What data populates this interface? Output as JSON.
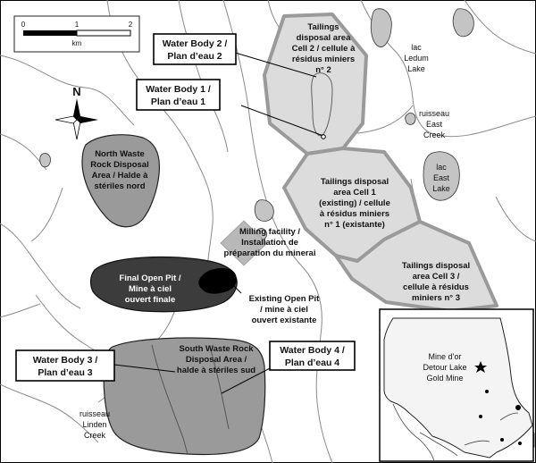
{
  "scale_bar": {
    "ticks": [
      "0",
      "1",
      "2"
    ],
    "unit": "km"
  },
  "north_arrow": {
    "label": "N"
  },
  "callouts": {
    "water_body_1": [
      "Water Body 1 /",
      "Plan d’eau 1"
    ],
    "water_body_2": [
      "Water Body 2 /",
      "Plan d’eau 2"
    ],
    "water_body_3": [
      "Water Body 3 /",
      "Plan d’eau 3"
    ],
    "water_body_4": [
      "Water Body 4 /",
      "Plan d’eau 4"
    ]
  },
  "areas": {
    "tailings_cell_2": [
      "Tailings",
      "disposal area",
      "Cell 2 / cellule à",
      "résidus miniers",
      "n° 2"
    ],
    "tailings_cell_1": [
      "Tailings disposal",
      "area Cell 1",
      "(existing) / cellule",
      "à résidus miniers",
      "n°  1 (existante)"
    ],
    "tailings_cell_3": [
      "Tailings disposal",
      "area Cell 3 /",
      "cellule à résidus",
      "miniers n° 3"
    ],
    "north_waste_rock": [
      "North Waste",
      "Rock Disposal",
      "Area / Halde à",
      "stériles nord"
    ],
    "milling_facility": [
      "Milling facility /",
      "Installation de",
      "préparation du minerai"
    ],
    "final_open_pit": [
      "Final Open Pit /",
      "Mine à ciel",
      "ouvert finale"
    ],
    "existing_open_pit": [
      "Existing Open Pit",
      "/ mine à ciel",
      "ouvert existante"
    ],
    "south_waste_rock": [
      "South Waste Rock",
      "Disposal Area /",
      "halde à stériles sud"
    ]
  },
  "water_labels": {
    "lac_ledum": [
      "lac",
      "Ledum",
      "Lake"
    ],
    "east_creek": [
      "ruisseau",
      "East",
      "Creek"
    ],
    "east_lake": [
      "lac",
      "East",
      "Lake"
    ],
    "linden_creek": [
      "ruisseau",
      "Linden",
      "Creek"
    ]
  },
  "inset": {
    "mine_label": [
      "Mine d’or",
      "Detour Lake",
      "Gold Mine"
    ]
  },
  "colors": {
    "lake_fill": "#c4c4c4",
    "tailings_fill": "#dcdcdc",
    "tailings_stroke": "#9a9a9a",
    "waste_rock_fill": "#9a9a9a",
    "open_pit_fill": "#3c3c3c",
    "existing_pit_fill": "#000000",
    "mill_fill": "#b8b8b8",
    "stream": "#8a8a8a"
  }
}
